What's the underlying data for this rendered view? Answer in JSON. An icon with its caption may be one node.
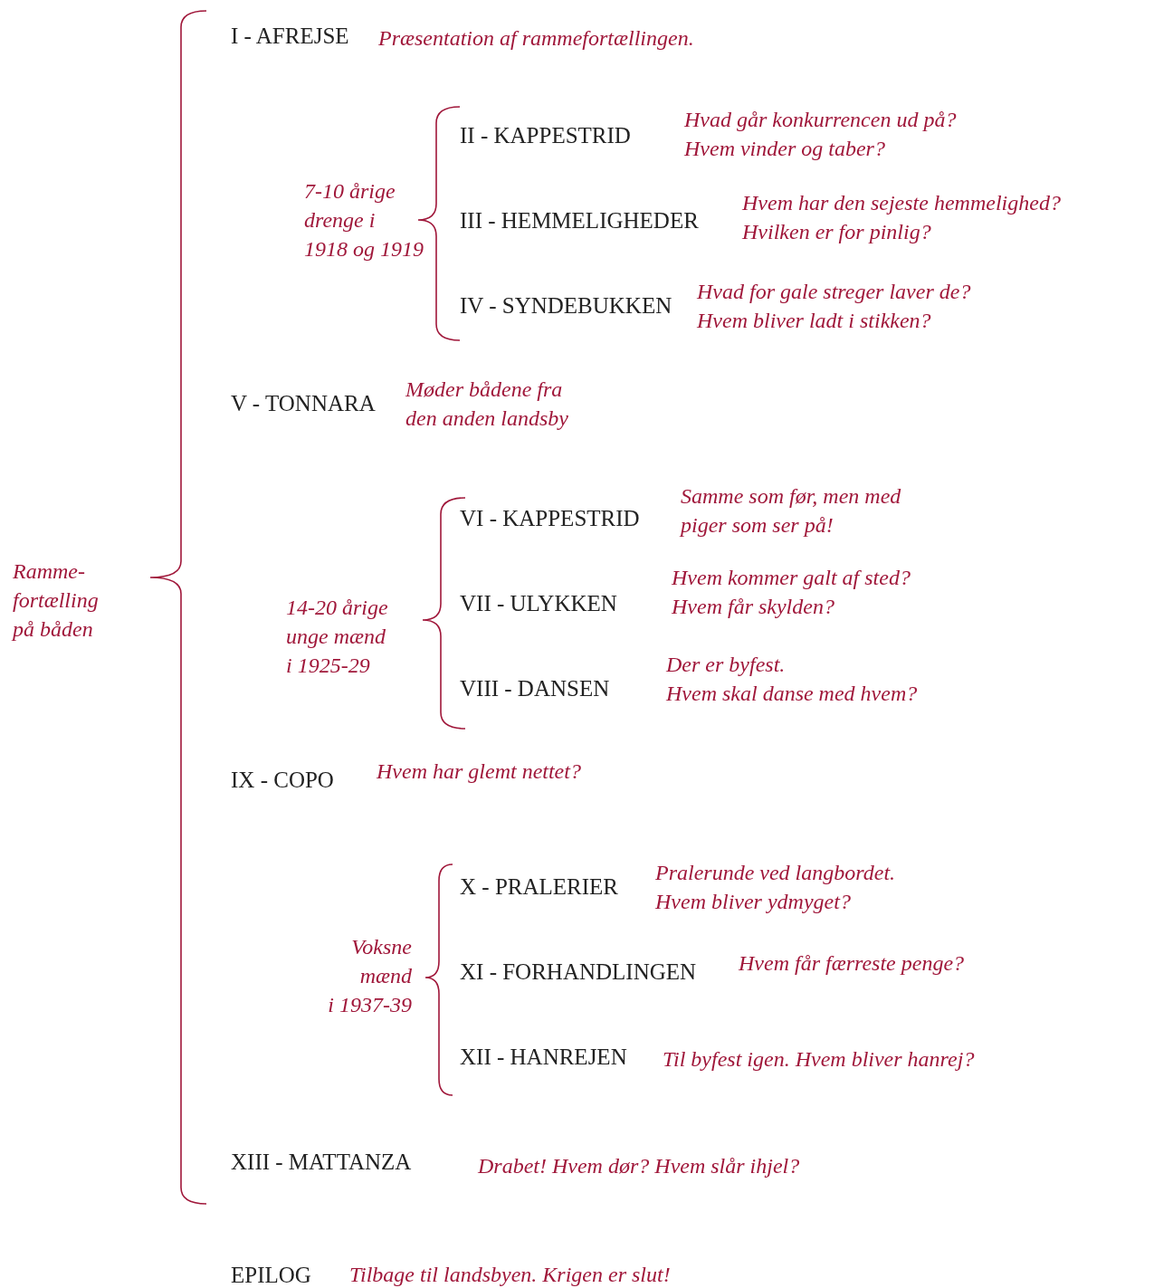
{
  "diagram": {
    "labels": [
      "Ramme-fortælling på båden",
      "I - AFREJSE",
      "Præsentation af rammefortællingen.",
      "7-10 årige drenge i 1918 og 1919",
      "II - KAPPESTRID",
      "Hvad går konkurrencen ud på? Hvem vinder og taber?",
      "III - HEMMELIGHEDER",
      "Hvem har den sejeste hemmelighed? Hvilken er for pinlig?",
      "IV - SYNDEBUKKEN",
      "Hvad for gale streger laver de? Hvem bliver ladt i stikken?",
      "V - TONNARA",
      "Møder bådene fra den anden landsby",
      "14-20 årige unge mænd i 1925-29",
      "VI - KAPPESTRID",
      "Samme som før, men med piger som ser på!",
      "VII - ULYKKEN",
      "Hvem kommer galt af sted? Hvem får skylden?",
      "VIII - DANSEN",
      "Der er byfest. Hvem skal danse med hvem?",
      "IX - COPO",
      "Hvem har glemt nettet?",
      "Voksne mænd i 1937-39",
      "X - PRALERIER",
      "Pralerunde ved langbordet. Hvem bliver ydmyget?",
      "XI - FORHANDLINGEN",
      "Hvem får færreste penge?",
      "XII - HANREJEN",
      "Til byfest igen. Hvem bliver hanrej?",
      "XIII - MATTANZA",
      "Drabet! Hvem dør? Hvem slår ihjel?",
      "EPILOG",
      "Tilbage til landsbyen. Krigen er slut!"
    ]
  }
}
